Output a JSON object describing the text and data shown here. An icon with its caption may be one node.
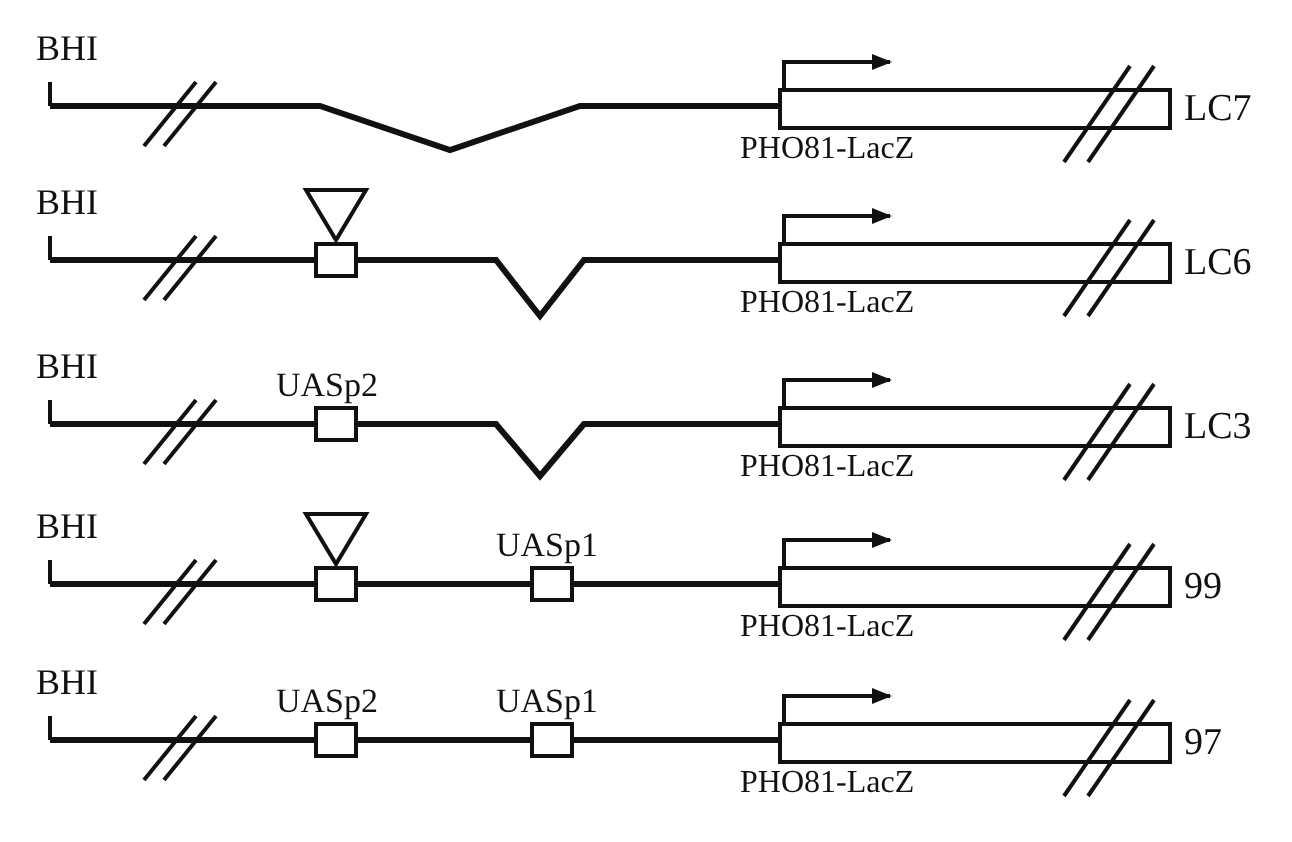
{
  "diagram": {
    "labels": [
      "BHI",
      "LC7",
      "PHO81-LacZ",
      "BHI",
      "LC6",
      "PHO81-LacZ",
      "BHI",
      "UASp2",
      "LC3",
      "PHO81-LacZ",
      "BHI",
      "UASp1",
      "99",
      "PHO81-LacZ",
      "BHI",
      "UASp2",
      "UASp1",
      "97",
      "PHO81-LacZ"
    ]
  }
}
